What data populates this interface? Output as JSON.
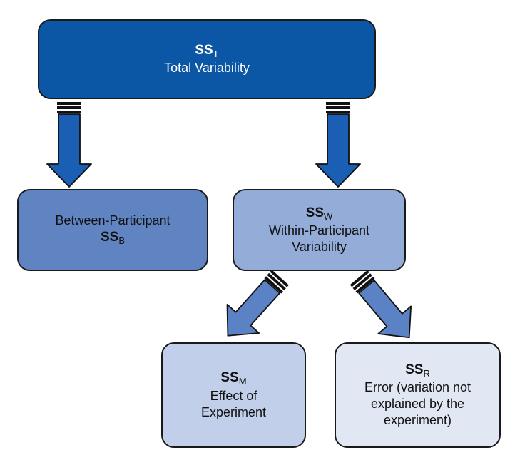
{
  "total": {
    "symbol": "SS",
    "subscript": "T",
    "label": "Total Variability",
    "color": "#0b57a6"
  },
  "between": {
    "label": "Between-Participant",
    "symbol": "SS",
    "subscript": "B",
    "color": "#6083c1"
  },
  "within": {
    "symbol": "SS",
    "subscript": "W",
    "label_line1": "Within-Participant",
    "label_line2": "Variability",
    "color": "#93acd8"
  },
  "effect": {
    "symbol": "SS",
    "subscript": "M",
    "label_line1": "Effect of",
    "label_line2": "Experiment",
    "color": "#c2cfea"
  },
  "error": {
    "symbol": "SS",
    "subscript": "R",
    "label_line1": "Error (variation not",
    "label_line2": "explained by the",
    "label_line3": "experiment)",
    "color": "#e2e7f4"
  },
  "arrow_colors": {
    "blue": "#1a5fb4",
    "light": "#5b82c4"
  }
}
